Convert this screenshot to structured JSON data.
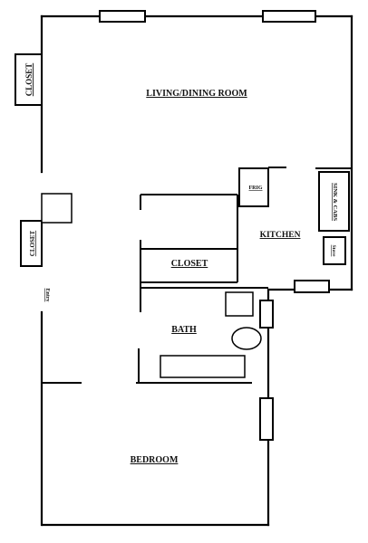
{
  "rooms": {
    "living_dining": "LIVING/DINING ROOM",
    "kitchen": "KITCHEN",
    "closet_center": "CLOSET",
    "bath": "BATH",
    "bedroom": "BEDROOM",
    "closet_top_left": "CLOSET",
    "closet_left": "CLOSET",
    "entry": "Entry"
  },
  "fixtures": {
    "frig": "FRIG",
    "sink_cabs": "SINK & CABS",
    "stove": "Stove"
  }
}
